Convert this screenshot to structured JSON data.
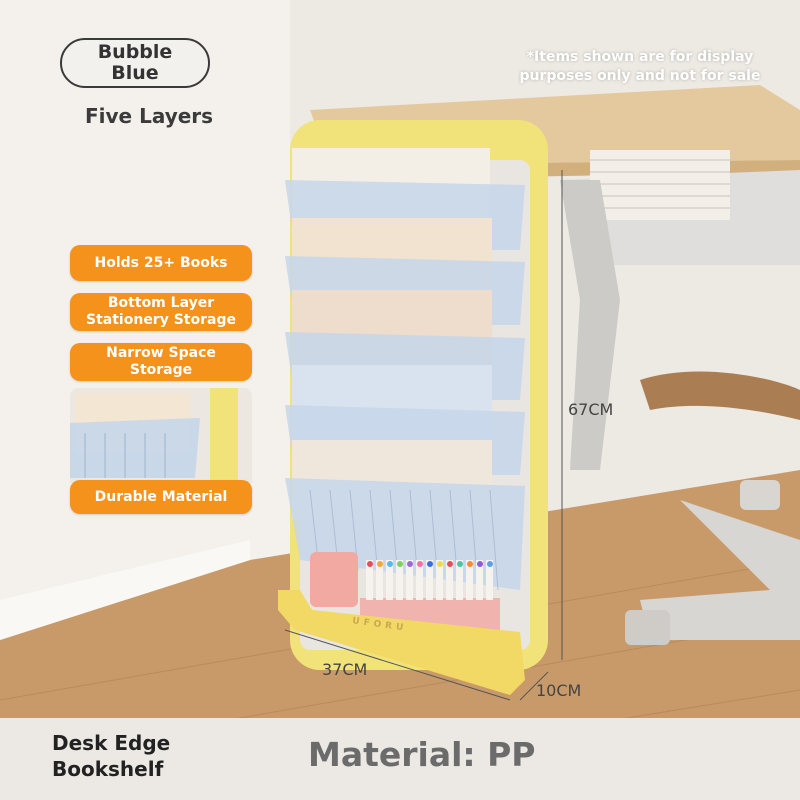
{
  "color_name": "Bubble\nBlue",
  "layers": "Five Layers",
  "disclaimer": "*Items shown are for display purposes only and not for sale",
  "features": [
    "Holds 25+ Books",
    "Bottom Layer\nStationery Storage",
    "Narrow Space\nStorage",
    "Durable Material"
  ],
  "dimensions": {
    "height": "67CM",
    "width": "37CM",
    "depth": "10CM"
  },
  "product_name": "Desk Edge\nBookshelf",
  "material": "Material: PP",
  "brand": "UFORU",
  "colors": {
    "accent_orange": "#f4921c",
    "frame_yellow": "#f2e27a",
    "basket_blue": "#c5d6ea",
    "floor_wood": "#c89a6a",
    "desk_top": "#e5c99e"
  }
}
